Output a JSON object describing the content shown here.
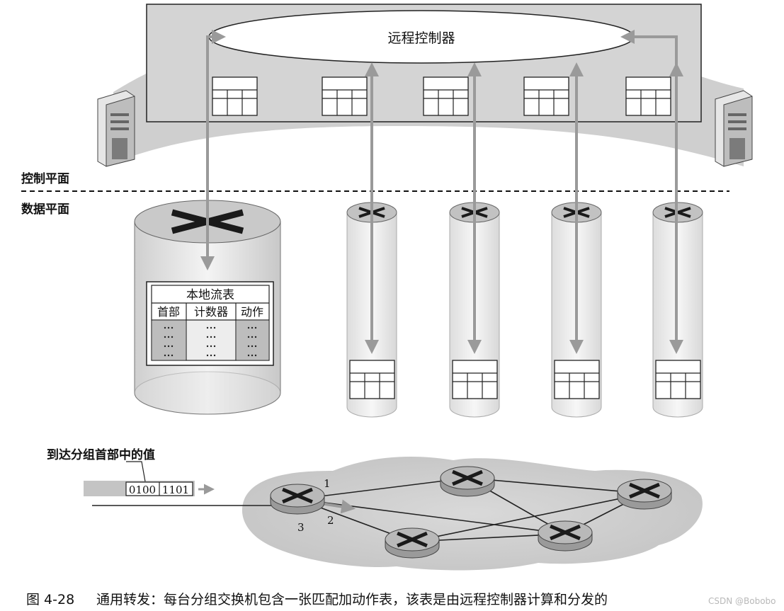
{
  "diagram": {
    "controller_label": "远程控制器",
    "control_plane_label": "控制平面",
    "data_plane_label": "数据平面",
    "flow_table": {
      "title": "本地流表",
      "columns": [
        "首部",
        "计数器",
        "动作"
      ]
    },
    "arriving_packet_label": "到达分组首部中的值",
    "packet_bits": [
      "0100",
      "1101"
    ],
    "port_labels": [
      "1",
      "2",
      "3"
    ]
  },
  "caption": {
    "figure_number": "图 4-28",
    "text": "通用转发：每台分组交换机包含一张匹配加动作表，该表是由远程控制器计算和分发的"
  },
  "watermark": "CSDN @Bobobo"
}
